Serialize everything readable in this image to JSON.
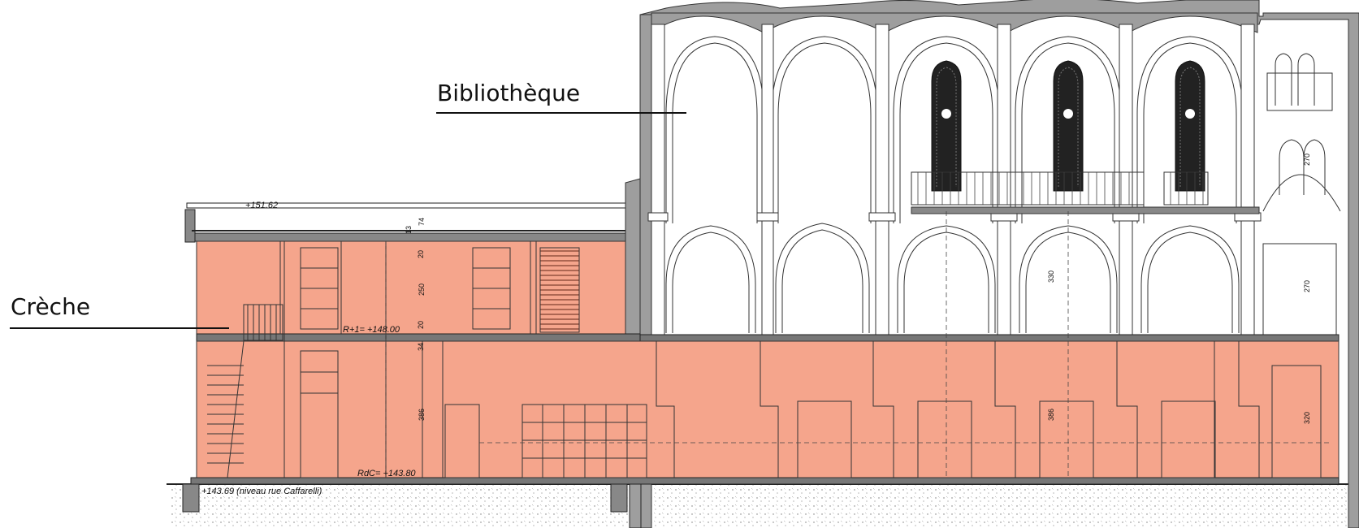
{
  "labels": {
    "bibliotheque": "Bibliothèque",
    "creche": "Crèche"
  },
  "levels": {
    "roof": "+151.62",
    "r1": "R+1= +148.00",
    "rdc": "RdC= +143.80",
    "street": "+143.69 (niveau rue Caffarelli)"
  },
  "dimensions": {
    "d13": "13",
    "d74": "74",
    "d20a": "20",
    "d250": "250",
    "d20b": "20",
    "d34": "34",
    "d386a": "386",
    "d330": "330",
    "d386b": "386",
    "d320": "320",
    "d270a": "270",
    "d270b": "270"
  },
  "colors": {
    "highlight": "#f5a58c",
    "wall": "#9e9e9e",
    "line": "#222222"
  }
}
